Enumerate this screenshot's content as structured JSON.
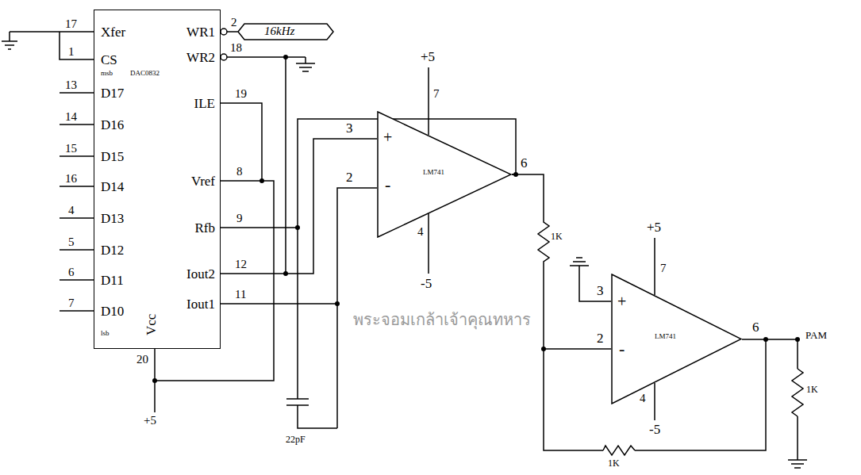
{
  "diagram": {
    "nodes": [
      {
        "text": [
          "Xfer",
          "CS",
          "msb",
          "DAC0832",
          "D17",
          "D16",
          "D15",
          "D14",
          "D13",
          "D12",
          "D11",
          "D10",
          "lsb",
          "Vcc",
          "WR1",
          "WR2",
          "ILE",
          "Vref",
          "Rfb",
          "Iout2",
          "Iout1"
        ]
      },
      {
        "text": [
          "+",
          "-",
          "LM741"
        ]
      },
      {
        "text": [
          "+",
          "-",
          "LM741"
        ]
      }
    ],
    "edges": [
      {
        "from": 0,
        "to": 1,
        "arrow": "none"
      },
      {
        "from": 0,
        "to": 1,
        "arrow": "none"
      },
      {
        "from": 1,
        "to": 0,
        "arrow": "none"
      },
      {
        "from": 1,
        "to": 2,
        "arrow": "none"
      }
    ],
    "labels": [
      "17",
      "1",
      "13",
      "14",
      "15",
      "16",
      "4",
      "5",
      "6",
      "7",
      "2",
      "18",
      "19",
      "8",
      "9",
      "12",
      "11",
      "20",
      "+5",
      "16kHz",
      "3",
      "2",
      "+5",
      "7",
      "4",
      "-5",
      "6",
      "1K",
      "22pF",
      "+5",
      "7",
      "3",
      "2",
      "4",
      "-5",
      "6",
      "PAM",
      "1K",
      "1K",
      "พระจอมเกล้าเจ้าคุณทหาร"
    ]
  }
}
